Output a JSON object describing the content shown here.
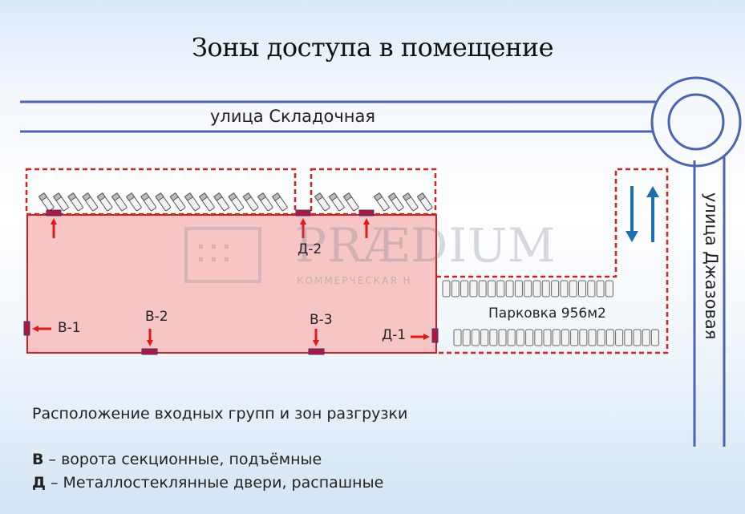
{
  "title": "Зоны доступа в помещение",
  "streets": {
    "horizontal": "улица Складочная",
    "vertical": "улица Джазовая"
  },
  "labels": {
    "parking": "Парковка 956м2",
    "v1": "В-1",
    "v2": "В-2",
    "v3": "В-3",
    "d1": "Д-1",
    "d2": "Д-2"
  },
  "watermark": {
    "brand": "PRÆDIUM",
    "subtitle": "КОММЕРЧЕСКАЯ Н"
  },
  "legend": {
    "heading": "Расположение входных групп и зон разгрузки",
    "v_key": "В",
    "v_text": " – ворота секционные, подъёмные",
    "d_key": "Д",
    "d_text": " – Металлостеклянные двери, распашные"
  },
  "colors": {
    "street": "#4a63b5",
    "building_fill": "#f7c6c4",
    "zone_border": "#d21f1f",
    "arrow_red": "#e01919",
    "door": "#b3173f",
    "traffic_arrow": "#1f6fb3"
  }
}
